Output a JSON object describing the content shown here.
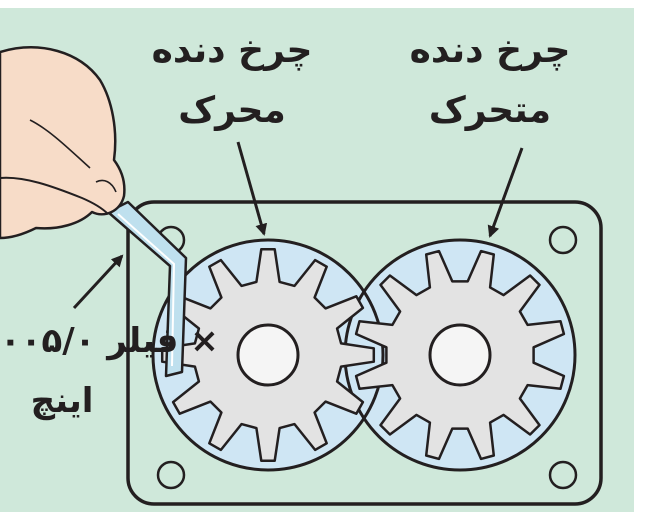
{
  "labels": {
    "drive_gear_line1": "چرخ دنده",
    "drive_gear_line2": "محرک",
    "driven_gear_line1": "چرخ دنده",
    "driven_gear_line2": "متحرک",
    "feeler_line1": "فیلر ۰۰۵/۰ ×",
    "feeler_line2": "اینچ"
  },
  "colors": {
    "background": "#cfe8da",
    "pump_cavity": "#cfe6f4",
    "gear_body": "#e3e3e3",
    "gear_bore": "#f5f5f5",
    "outline": "#231f20",
    "feeler_blade": "#bfe0ee",
    "hand_skin": "#f7dcc8"
  },
  "gears": {
    "teeth_per_gear": 12
  }
}
